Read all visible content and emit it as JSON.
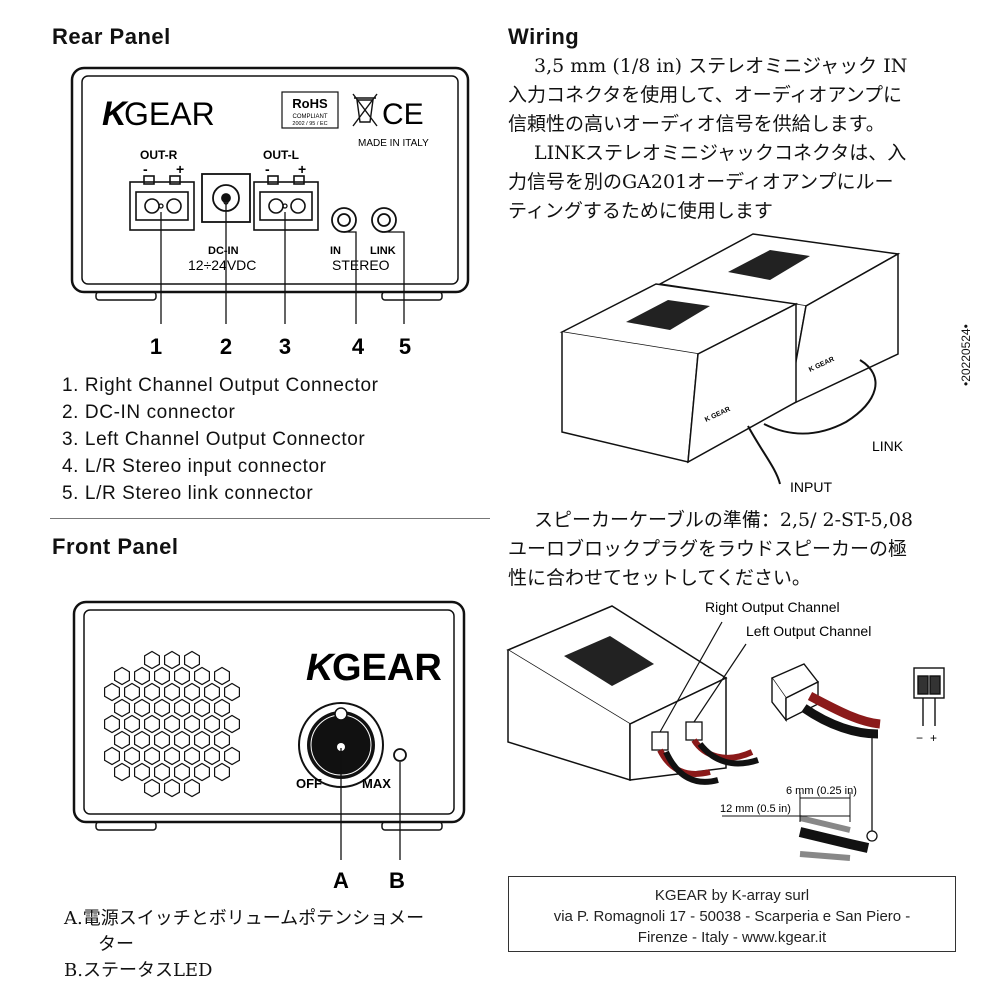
{
  "rear": {
    "title": "Rear Panel",
    "brand_k": "K",
    "brand": "GEAR",
    "rohs": "RoHS",
    "rohs_compliant": "COMPLIANT",
    "rohs_code": "2002 / 95 / EC",
    "ce": "CE",
    "made_in": "MADE IN ITALY",
    "out_r": "OUT-R",
    "out_l": "OUT-L",
    "minus": "-",
    "plus": "+",
    "dc_in": "DC-IN",
    "voltage": "12÷24VDC",
    "in": "IN",
    "link": "LINK",
    "stereo": "STEREO",
    "callouts": [
      "1",
      "2",
      "3",
      "4",
      "5"
    ],
    "items": [
      "1.  Right Channel Output Connector",
      "2.  DC-IN connector",
      "3.  Left Channel Output Connector",
      "4.  L/R Stereo input connector",
      "5.  L/R Stereo link connector"
    ]
  },
  "front": {
    "title": "Front Panel",
    "brand_k": "K",
    "brand": "GEAR",
    "off": "OFF",
    "max": "MAX",
    "callouts": [
      "A",
      "B"
    ],
    "items": [
      "A.電源スイッチとボリュームポテンショメー",
      "ター",
      "B.ステータスLED"
    ]
  },
  "wiring": {
    "title": "Wiring",
    "paragraph1": [
      "3,5 mm (1/8 in) ステレオミニジャック IN",
      "入力コネクタを使用して、オーディオアンプに",
      "信頼性の高いオーディオ信号を供給します。",
      "LINKステレオミニジャックコネクタは、入",
      "力信号を別のGA201オーディオアンプにルー",
      "ティングするために使用します"
    ],
    "link_label": "LINK",
    "input_label": "INPUT",
    "doc_code": "•20220524•",
    "paragraph2": [
      "スピーカーケーブルの準備：2,5/  2-ST-5,08",
      "ユーロブロックプラグをラウドスピーカーの極",
      "性に合わせてセットしてください。"
    ],
    "right_output": "Right Output Channel",
    "left_output": "Left Output Channel",
    "dim_6mm": "6 mm (0.25 in)",
    "dim_12mm": "12 mm (0.5 in)",
    "polarity_minus": "−",
    "polarity_plus": "+"
  },
  "contact": {
    "line1": "KGEAR by K-array surl",
    "line2": "via P. Romagnoli 17 - 50038 - Scarperia e San Piero -",
    "line3": "Firenze - Italy - www.kgear.it"
  }
}
